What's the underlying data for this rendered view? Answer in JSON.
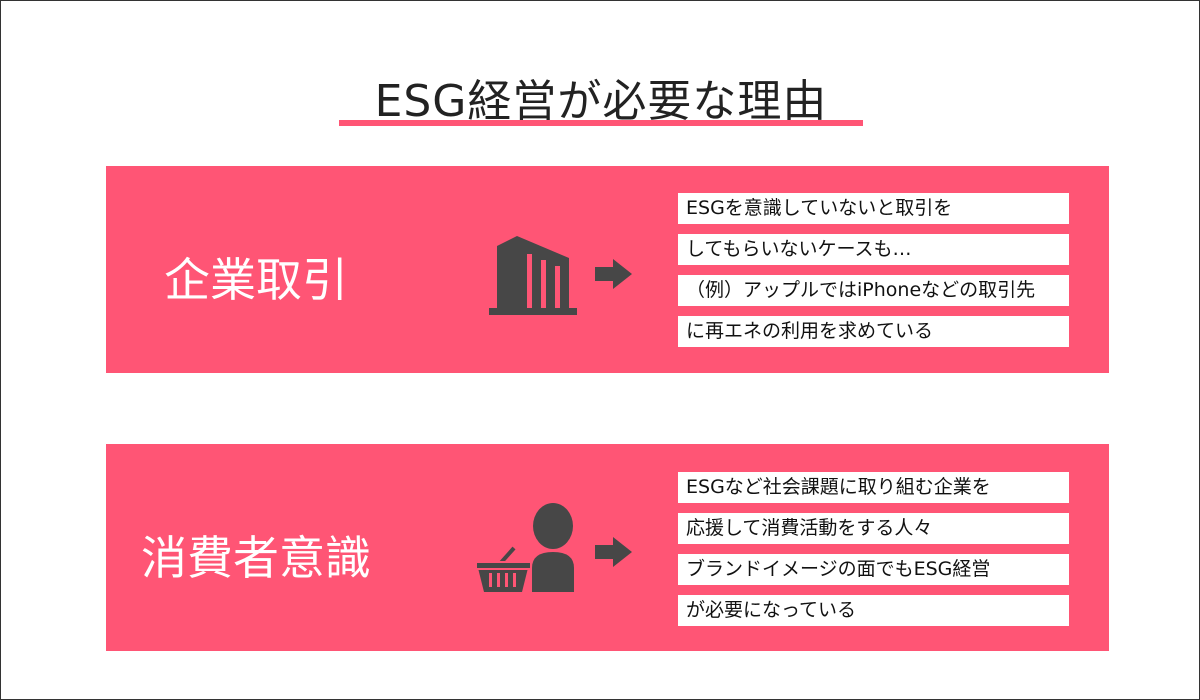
{
  "title": "ESG経営が必要な理由",
  "colors": {
    "accent": "#ff5575",
    "icon": "#474747"
  },
  "sections": [
    {
      "label": "企業取引",
      "icon": "building-icon",
      "lines": [
        "ESGを意識していないと取引を",
        "してもらいないケースも…",
        "（例）アップルではiPhoneなどの取引先",
        "に再エネの利用を求めている"
      ]
    },
    {
      "label": "消費者意識",
      "icon": "shopper-with-basket-icon",
      "lines": [
        "ESGなど社会課題に取り組む企業を",
        "応援して消費活動をする人々",
        "ブランドイメージの面でもESG経営",
        "が必要になっている"
      ]
    }
  ]
}
